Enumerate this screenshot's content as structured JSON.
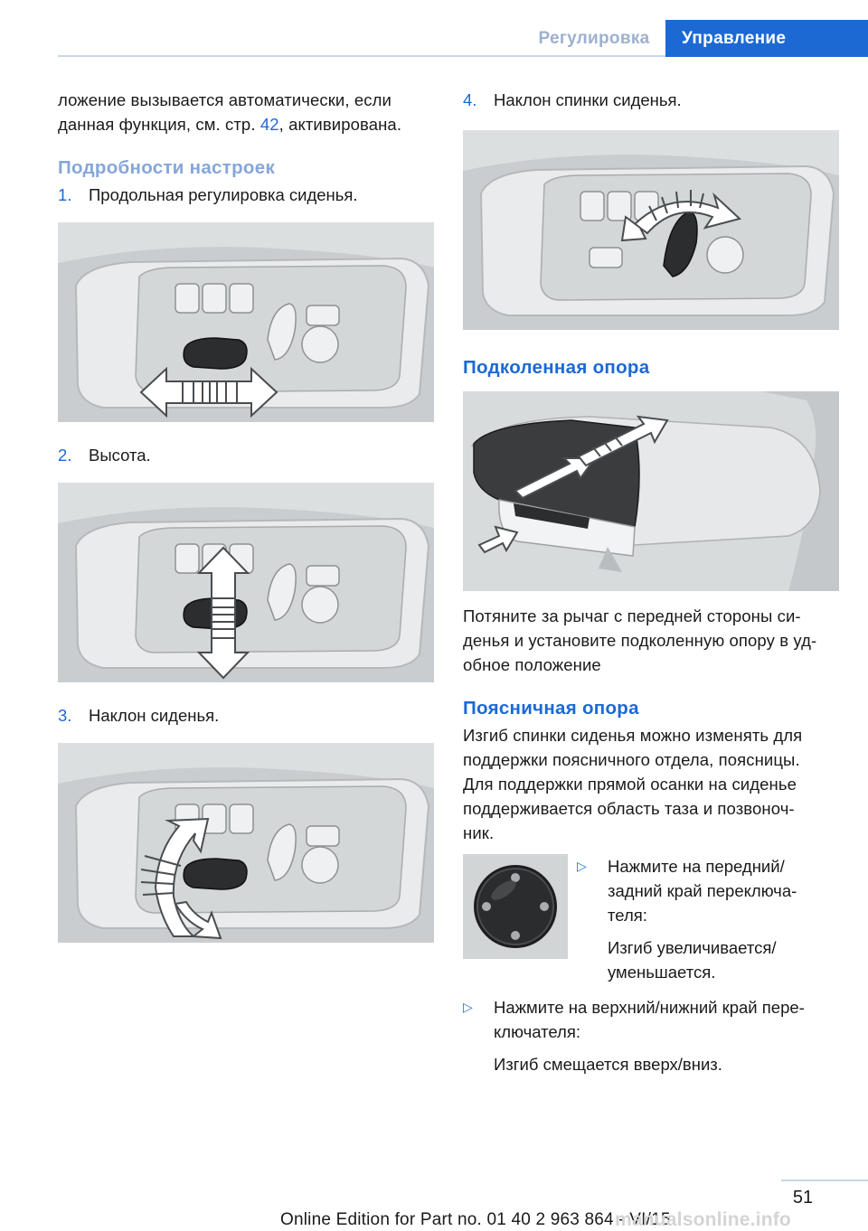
{
  "header": {
    "section": "Регулировка",
    "chapter": "Управление"
  },
  "left": {
    "intro_line1": "ложение вызывается автоматически, если",
    "intro_line2_a": "данная функция, см. стр. ",
    "intro_link": "42",
    "intro_line2_b": ", активирована.",
    "heading": "Подробности настроек",
    "steps": [
      {
        "num": "1.",
        "text": "Продольная регулировка сиденья."
      },
      {
        "num": "2.",
        "text": "Высота."
      },
      {
        "num": "3.",
        "text": "Наклон сиденья."
      }
    ]
  },
  "right": {
    "step4": {
      "num": "4.",
      "text": "Наклон спинки сиденья."
    },
    "knee_heading": "Подколенная опора",
    "knee_text": [
      "Потяните за рычаг с передней стороны си-",
      "денья и установите подколенную опору в уд-",
      "обное положение"
    ],
    "lumbar_heading": "Поясничная опора",
    "lumbar_text": [
      "Изгиб спинки сиденья можно изменять для",
      "поддержки поясничного отдела, поясницы.",
      "Для поддержки прямой осанки на сиденье",
      "поддерживается область таза и позвоноч-",
      "ник."
    ],
    "bullets": [
      {
        "marker": "▷",
        "lines": [
          "Нажмите на передний/",
          "задний край переключа-",
          "теля:"
        ],
        "result": [
          "Изгиб увеличивается/",
          "уменьшается."
        ]
      },
      {
        "marker": "▷",
        "lines": [
          "Нажмите на верхний/нижний край пере-",
          "ключателя:"
        ],
        "result": [
          "Изгиб смещается вверх/вниз."
        ]
      }
    ]
  },
  "footer": {
    "page": "51",
    "edition": "Online Edition for Part no. 01 40 2 963 864 - VI/15",
    "watermark": "manualsonline.info"
  }
}
